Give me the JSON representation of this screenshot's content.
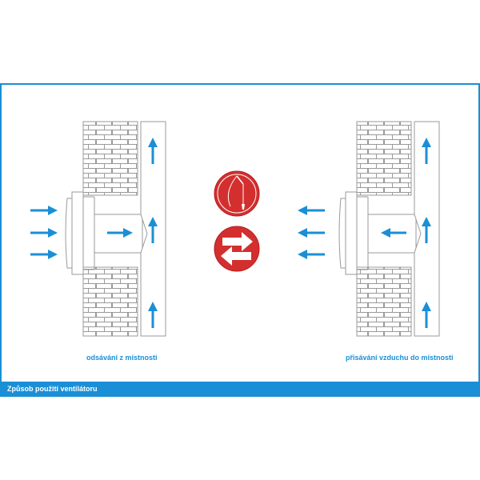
{
  "captions": {
    "left": "odsávání z místnosti",
    "right": "přisávání vzduchu do místnosti"
  },
  "footer": {
    "title": "Způsob použití ventilátoru"
  },
  "colors": {
    "accent_blue": "#1a8fd6",
    "sign_red": "#d32f2f",
    "wall_stroke": "#9a9a9a"
  },
  "icons": {
    "top_sign": "pull-cord-switch-icon",
    "bottom_sign": "two-way-airflow-icon"
  }
}
